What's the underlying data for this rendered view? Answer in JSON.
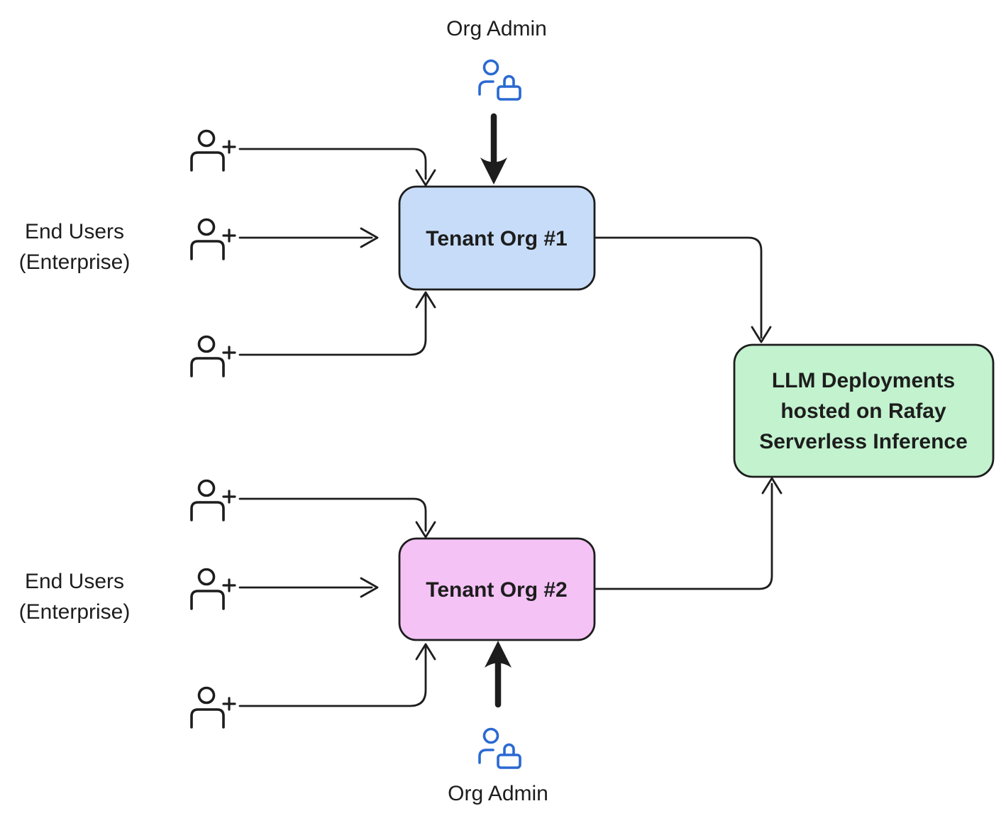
{
  "colors": {
    "stroke": "#1d1d1d",
    "tenant1_fill": "#C7DCF8",
    "tenant2_fill": "#F4C2F5",
    "llm_fill": "#C2F2CE",
    "icon_blue": "#2A69D2"
  },
  "nodes": {
    "tenant_org_1": {
      "label": "Tenant Org #1",
      "fill": "#C7DCF8"
    },
    "tenant_org_2": {
      "label": "Tenant Org #2",
      "fill": "#F4C2F5"
    },
    "llm_deployments": {
      "lines": [
        "LLM Deployments",
        "hosted on Rafay",
        "Serverless Inference"
      ],
      "fill": "#C2F2CE"
    }
  },
  "actors": {
    "org_admin_top": {
      "label": "Org Admin",
      "icon": "user-lock"
    },
    "org_admin_bottom": {
      "label": "Org Admin",
      "icon": "user-lock"
    },
    "end_users_group_1": {
      "label_line1": "End Users",
      "label_line2": "(Enterprise)",
      "icon": "user-plus",
      "user_count": 3
    },
    "end_users_group_2": {
      "label_line1": "End Users",
      "label_line2": "(Enterprise)",
      "icon": "user-plus",
      "user_count": 3
    }
  }
}
